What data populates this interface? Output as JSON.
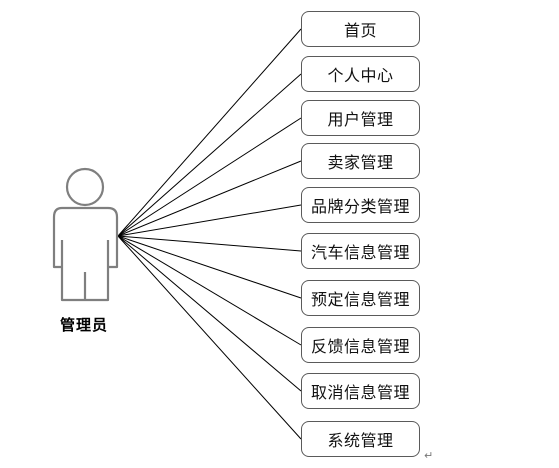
{
  "actor": {
    "label": "管理员",
    "icon": "person-icon"
  },
  "use_cases": [
    "首页",
    "个人中心",
    "用户管理",
    "卖家管理",
    "品牌分类管理",
    "汽车信息管理",
    "预定信息管理",
    "反馈信息管理",
    "取消信息管理",
    "系统管理"
  ],
  "end_mark": "↵",
  "colors": {
    "line": "#000000",
    "actor_stroke": "#7f7f7f",
    "box_border": "#5a5a5a",
    "text": "#111111"
  }
}
